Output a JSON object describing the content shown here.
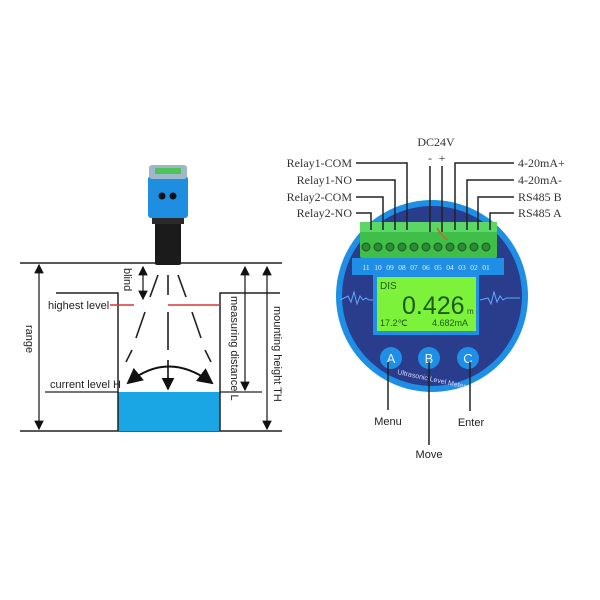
{
  "left_diagram": {
    "labels": {
      "blind": "blind",
      "highest_level": "highest level",
      "range": "range",
      "current_level": "current level H",
      "measuring_distance": "measuring distance L",
      "mounting_height": "mounting height TH"
    },
    "colors": {
      "water": "#1aa6e4",
      "sensor_body": "#1e8fe0",
      "highest_marker": "#d9343a"
    }
  },
  "device": {
    "power_label": "DC24V",
    "power_polarity": [
      "-",
      "+"
    ],
    "left_terminals": [
      "Relay1-COM",
      "Relay1-NO",
      "Relay2-COM",
      "Relay2-NO"
    ],
    "right_terminals": [
      "4-20mA+",
      "4-20mA-",
      "RS485 B",
      "RS485 A"
    ],
    "terminal_numbers": [
      "11",
      "10",
      "09",
      "08",
      "07",
      "06",
      "05",
      "04",
      "03",
      "02",
      "01"
    ],
    "display": {
      "mode": "DIS",
      "value": "0.426",
      "unit": "m",
      "temperature": "17.2℃",
      "current": "4.682mA"
    },
    "brand_text": "Ultrasonic Level Meter",
    "buttons": [
      {
        "key": "A",
        "label": "Menu"
      },
      {
        "key": "B",
        "label": "Move"
      },
      {
        "key": "C",
        "label": "Enter"
      }
    ],
    "colors": {
      "body": "#2a3c8c",
      "rim": "#1f8fe6",
      "terminal": "#3fbf4a",
      "lcd": "#7cf23a"
    }
  }
}
